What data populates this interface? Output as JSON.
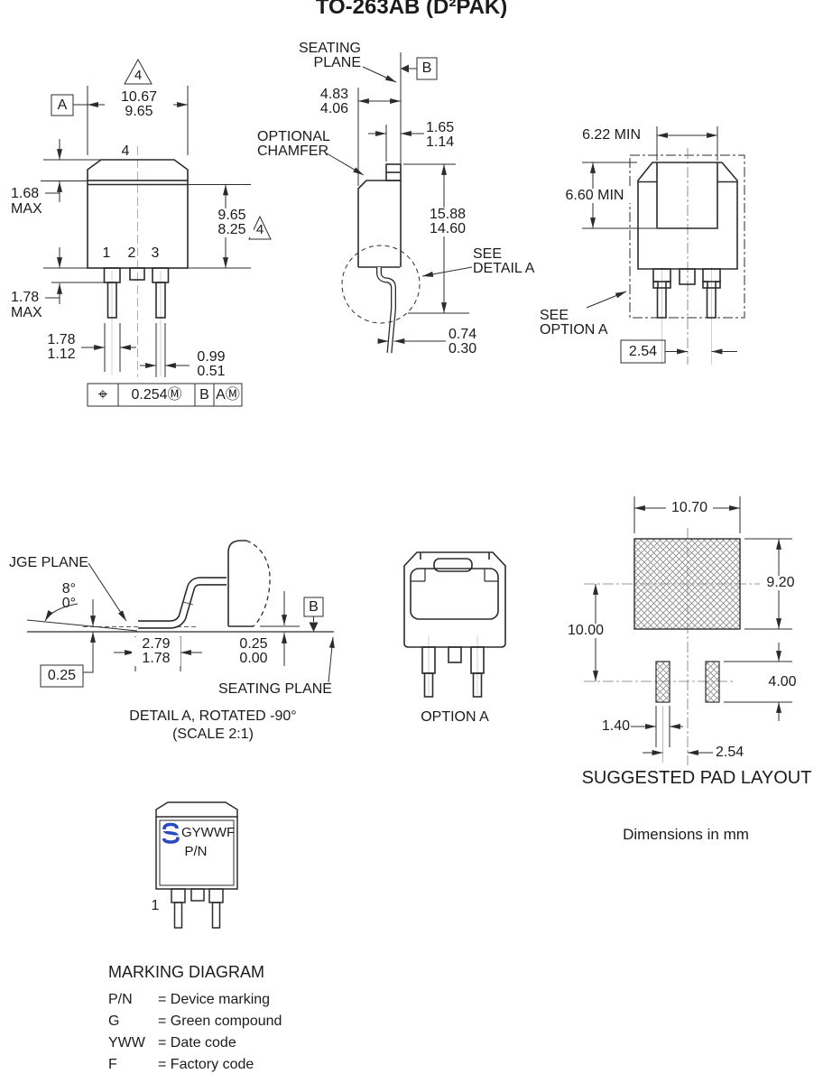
{
  "title": "TO-263AB (D²PAK)",
  "front_view": {
    "datum_a": "A",
    "note_top_triangle": "4",
    "dim_width": [
      "10.67",
      "9.65"
    ],
    "pin4_label": "4",
    "dim_tab_thickness": [
      "1.68",
      "MAX"
    ],
    "dim_body_height": [
      "9.65",
      "8.25"
    ],
    "note_right_triangle": "4",
    "pin_labels": [
      "1",
      "2",
      "3"
    ],
    "dim_shoulder": [
      "1.78",
      "MAX"
    ],
    "dim_pin_width": [
      "1.78",
      "1.12"
    ],
    "dim_lead_width": [
      "0.99",
      "0.51"
    ],
    "tolerance_frame": {
      "cells": [
        "⌖",
        "0.254Ⓜ",
        "B",
        "AⓂ"
      ],
      "position_symbol_icon": "position-tolerance-icon"
    }
  },
  "side_view": {
    "seating_plane": [
      "SEATING",
      "PLANE"
    ],
    "datum_b": "B",
    "dim_body_depth": [
      "4.83",
      "4.06"
    ],
    "dim_tab_offset": [
      "1.65",
      "1.14"
    ],
    "optional_chamfer": [
      "OPTIONAL",
      "CHAMFER"
    ],
    "dim_length": [
      "15.88",
      "14.60"
    ],
    "see_detail_a": [
      "SEE",
      "DETAIL A"
    ],
    "dim_lead_thickness": [
      "0.74",
      "0.30"
    ]
  },
  "rear_view": {
    "dim_tab_width": "6.22 MIN",
    "dim_tab_height": "6.60 MIN",
    "see_option_a": [
      "SEE",
      "OPTION A"
    ],
    "dim_lead_pitch": "2.54"
  },
  "detail_a": {
    "gauge_plane": "JGE PLANE",
    "angle_max": "8°",
    "angle_min": "0°",
    "dim_standoff": "0.25",
    "dim_foot_length": [
      "2.79",
      "1.78"
    ],
    "dim_body_standoff": [
      "0.25",
      "0.00"
    ],
    "datum_b": "B",
    "seating_plane": "SEATING PLANE",
    "caption": "DETAIL A, ROTATED -90°",
    "scale_note": "(SCALE 2:1)"
  },
  "option_a": {
    "caption": "OPTION A"
  },
  "pad_layout": {
    "dim_pad_width": "10.70",
    "dim_pad_height": "9.20",
    "dim_pad_spacing": "10.00",
    "dim_small_pad_height": "4.00",
    "dim_small_pad_width": "1.40",
    "dim_pitch": "2.54",
    "caption": "SUGGESTED PAD LAYOUT",
    "units_note": "Dimensions in mm"
  },
  "marking": {
    "logo_icon": "ts-logo",
    "logo_color": "#2a4ac0",
    "line1": "GYWWF",
    "line2": "P/N",
    "pin1": "1",
    "heading": "MARKING DIAGRAM",
    "legend": [
      {
        "term": "P/N",
        "def": "= Device marking"
      },
      {
        "term": "G",
        "def": "= Green compound"
      },
      {
        "term": "YWW",
        "def": "= Date code"
      },
      {
        "term": "F",
        "def": "= Factory code"
      }
    ]
  }
}
